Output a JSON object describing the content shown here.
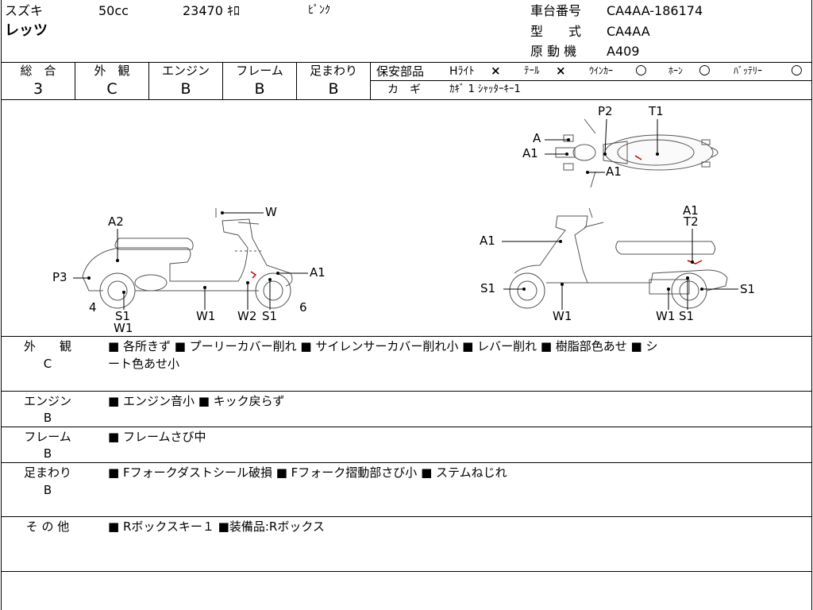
{
  "header": {
    "maker": "スズキ",
    "displacement": "50cc",
    "mileage": "23470 ｷﾛ",
    "color": "ﾋﾟﾝｸ",
    "model_name": "レッツ",
    "frame_no_label": "車台番号",
    "frame_no": "CA4AA-186174",
    "type_label": "型　　式",
    "type": "CA4AA",
    "engine_label": "原 動 機",
    "engine": "A409"
  },
  "grades": {
    "overall_label": "総　合",
    "overall": "3",
    "exterior_label": "外　観",
    "exterior": "C",
    "engine_label": "エンジン",
    "engine": "B",
    "frame_label": "フレーム",
    "frame": "B",
    "suspension_label": "足まわり",
    "suspension": "B"
  },
  "safety": {
    "label": "保安部品",
    "headlight": "Hﾗｲﾄ",
    "tail": "ﾃｰﾙ",
    "winker": "ｳｲﾝｶｰ",
    "horn": "ﾎｰﾝ",
    "battery": "ﾊﾞｯﾃﾘｰ",
    "headlight_mark": "×",
    "tail_mark": "×",
    "winker_mark": "○",
    "horn_mark": "○",
    "battery_mark": "○"
  },
  "keys": {
    "label": "カ　ギ",
    "value": "ｶｷﾞ 1 ｼｬｯﾀｰｷｰ1"
  },
  "diagram_labels": {
    "top_A": "A",
    "top_A1a": "A1",
    "top_A1b": "A1",
    "top_P2": "P2",
    "top_T1": "T1",
    "left_W": "W",
    "left_A2": "A2",
    "left_P3": "P3",
    "left_A1": "A1",
    "left_4": "4",
    "left_6": "6",
    "left_S1a": "S1",
    "left_W1b": "W1",
    "left_W1": "W1",
    "left_W2": "W2",
    "left_S1b": "S1",
    "right_A1a": "A1",
    "right_A1b": "A1",
    "right_T2": "T2",
    "right_S1a": "S1",
    "right_S1b": "S1",
    "right_W1a": "W1",
    "right_W1b": "W1",
    "right_S1c": "S1"
  },
  "sections": [
    {
      "label": "外　　観",
      "grade": "C",
      "text": "■ 各所きず ■ プーリーカバー削れ ■ サイレンサーカバー削れ小 ■ レバー削れ ■ 樹脂部色あせ ■ シ",
      "text2": "ート色あせ小"
    },
    {
      "label": "エンジン",
      "grade": "B",
      "text": "■ エンジン音小 ■ キック戻らず"
    },
    {
      "label": "フレーム",
      "grade": "B",
      "text": "■ フレームさび中"
    },
    {
      "label": "足まわり",
      "grade": "B",
      "text": "■ Fフォークダストシール破損 ■ Fフォーク摺動部さび小 ■ ステムねじれ"
    },
    {
      "label": "そ の 他",
      "grade": "",
      "text": "■ Rボックスキー１ ■装備品:Rボックス"
    }
  ]
}
